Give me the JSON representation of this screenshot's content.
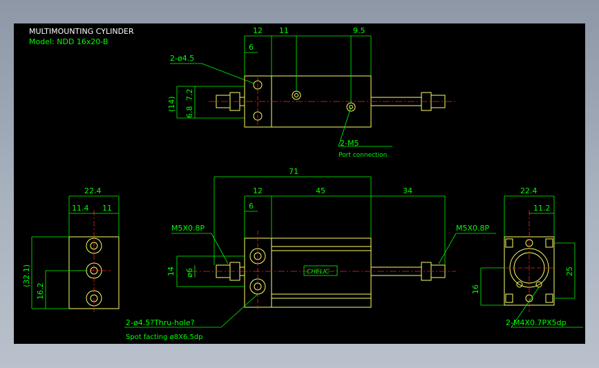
{
  "title_line1": "MULTIMOUNTING CYLINDER",
  "title_line2": "Model:  NDD 16x20-B",
  "top_view": {
    "dim_12": "12",
    "dim_11": "11",
    "dim_9_5": "9.5",
    "dim_6": "6",
    "hole_callout": "2-ø4.5",
    "dim_14": "(14)",
    "dim_7_2": "7.2",
    "dim_6_8": "6.8",
    "port_callout": "2-M5",
    "port_note": "Port connection"
  },
  "front_view": {
    "dim_71": "71",
    "dim_12": "12",
    "dim_45": "45",
    "dim_34": "34",
    "dim_6": "6",
    "thread_left": "M5X0.8P",
    "thread_right": "M5X0.8P",
    "dim_14": "14",
    "dim_phi6": "ø6",
    "hole_note": "2-ø4.5?Thru-hole?",
    "spot_note": "Spot facting  ø8X6.5dp",
    "logo_text": "CHELIC"
  },
  "left_view": {
    "dim_22_4": "22.4",
    "dim_11_4": "11.4",
    "dim_11": "11",
    "dim_32_1": "(32.1)",
    "dim_16_2": "16.2"
  },
  "right_view": {
    "dim_22_4": "22.4",
    "dim_11_2": "11.2",
    "dim_25": "25",
    "dim_16": "16",
    "tap_note": "2-M4X0.7PX5dp"
  },
  "colors": {
    "background": "#000000",
    "dimension": "#00ff00",
    "object": "#ffff66",
    "centerline": "#ff2020",
    "text": "#ffffff"
  }
}
